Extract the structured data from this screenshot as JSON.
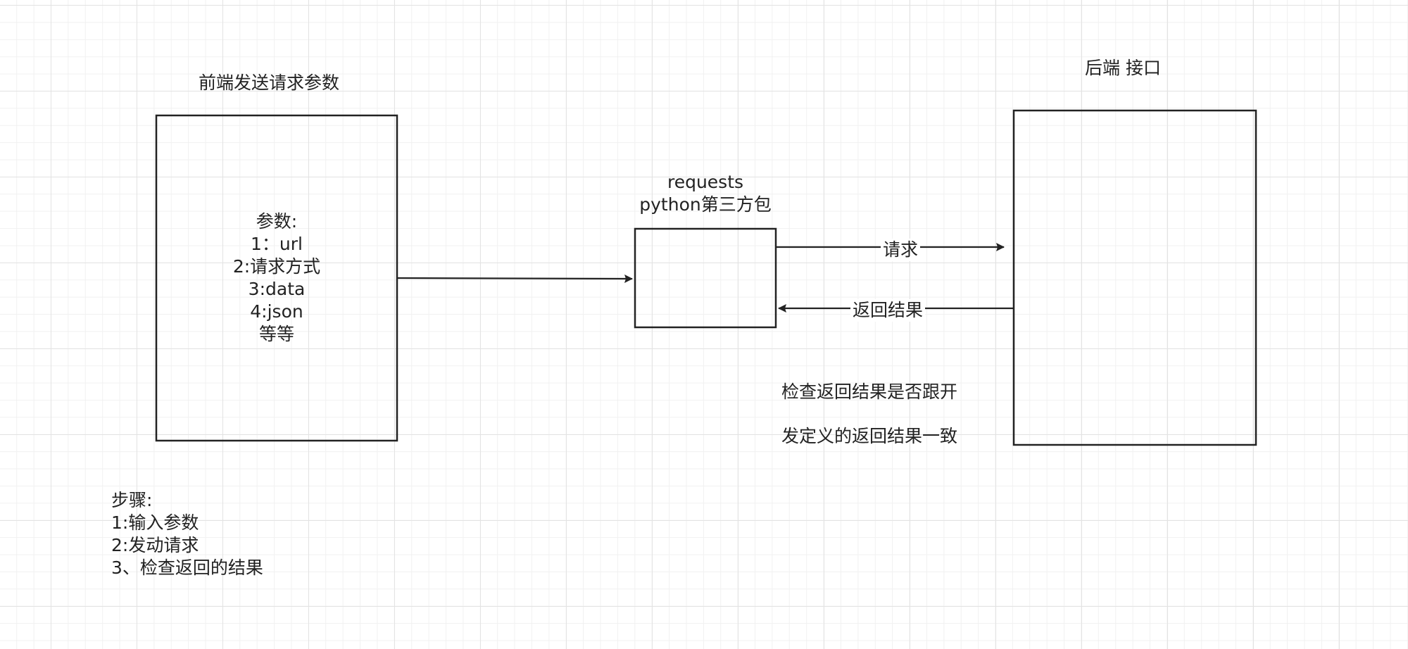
{
  "colors": {
    "stroke": "#222222",
    "text": "#222222",
    "grid": "#e3e3e3",
    "background": "#ffffff"
  },
  "frontend": {
    "title": "前端发送请求参数",
    "params": [
      "参数:",
      "1：url",
      "2:请求方式",
      "3:data",
      "4:json",
      "等等"
    ]
  },
  "requests_box": {
    "title_lines": [
      "requests",
      "python第三方包"
    ]
  },
  "backend": {
    "title": "后端 接口"
  },
  "edges": {
    "request_label": "请求",
    "response_label": "返回结果"
  },
  "note": {
    "lines": [
      "检查返回结果是否跟开",
      "发定义的返回结果一致"
    ]
  },
  "steps": {
    "lines": [
      "步骤:",
      "1:输入参数",
      "2:发动请求",
      "3、检查返回的结果"
    ]
  }
}
